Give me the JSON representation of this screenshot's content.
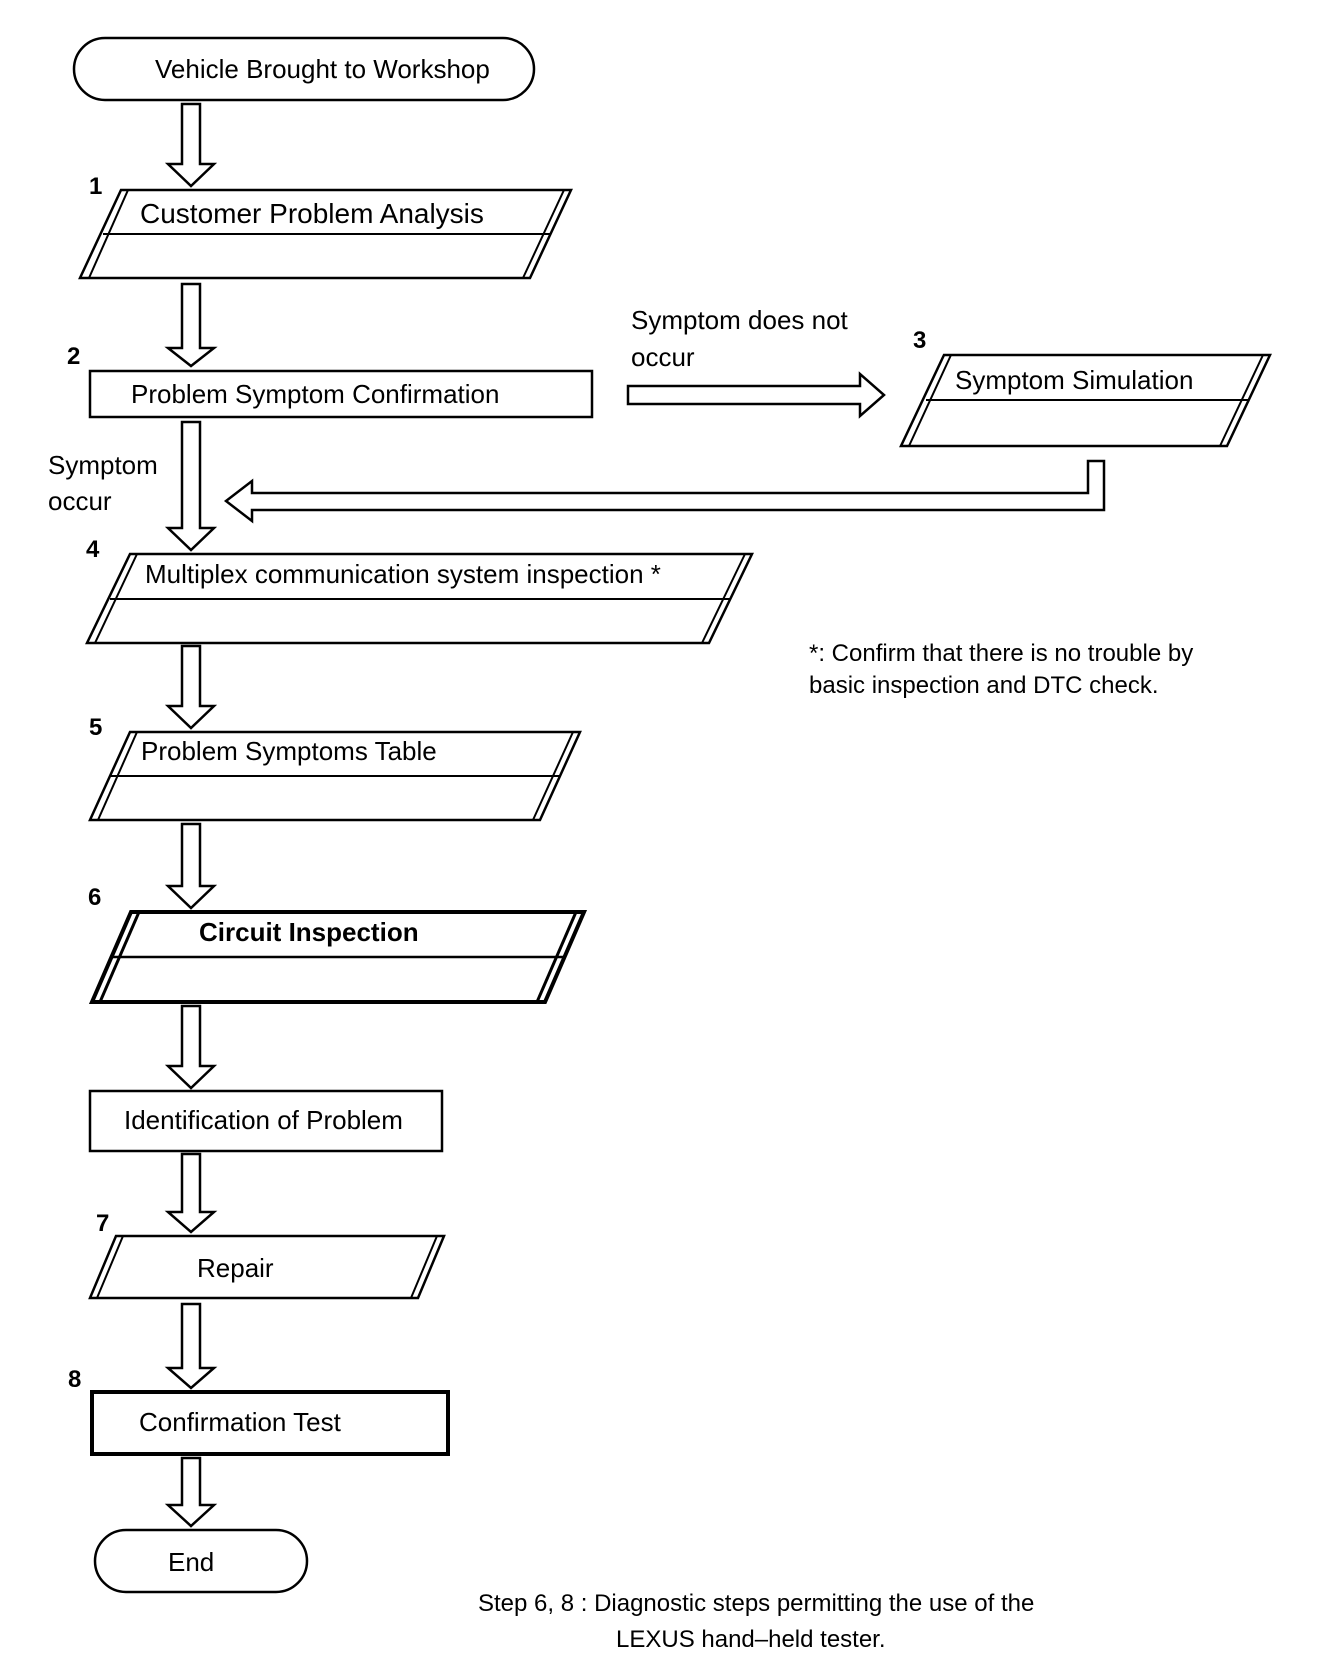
{
  "start": "Vehicle Brought to Workshop",
  "steps": [
    {
      "number": "1",
      "label": "Customer Problem Analysis"
    },
    {
      "number": "2",
      "label": "Problem Symptom Confirmation"
    },
    {
      "number": "3",
      "label": "Symptom Simulation"
    },
    {
      "number": "4",
      "label": "Multiplex communication system inspection *"
    },
    {
      "number": "5",
      "label": "Problem Symptoms Table"
    },
    {
      "number": "6",
      "label": "Circuit Inspection"
    },
    {
      "number": "",
      "label": "Identification of Problem"
    },
    {
      "number": "7",
      "label": "Repair"
    },
    {
      "number": "8",
      "label": "Confirmation Test"
    }
  ],
  "end": "End",
  "branch_labels": {
    "not_occur_line1": "Symptom does not",
    "not_occur_line2": "occur",
    "occur_line1": "Symptom",
    "occur_line2": "occur"
  },
  "notes": {
    "asterisk_line1": "*: Confirm that there is no trouble by",
    "asterisk_line2": "basic inspection and DTC check.",
    "footer_line1": "Step 6, 8 : Diagnostic steps permitting the use of the",
    "footer_line2": "LEXUS hand–held tester."
  }
}
